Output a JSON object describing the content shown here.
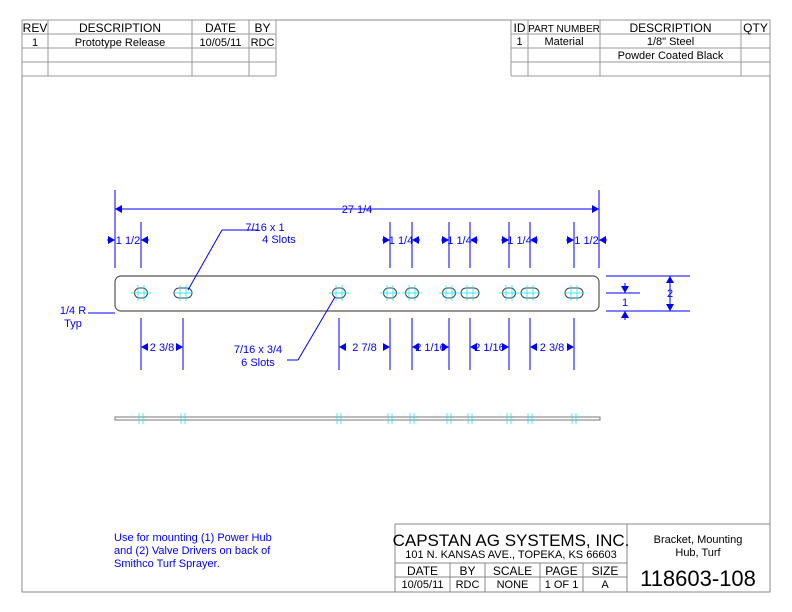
{
  "rev_table": {
    "headers": [
      "REV",
      "DESCRIPTION",
      "DATE",
      "BY"
    ],
    "rows": [
      [
        "1",
        "Prototype Release",
        "10/05/11",
        "RDC"
      ]
    ]
  },
  "parts_table": {
    "headers": [
      "ID",
      "PART NUMBER",
      "DESCRIPTION",
      "QTY"
    ],
    "rows": [
      [
        "1",
        "Material",
        "1/8\" Steel",
        ""
      ],
      [
        "",
        "",
        "Powder Coated Black",
        ""
      ]
    ]
  },
  "dimensions": {
    "overall": "27 1/4",
    "top": [
      "1 1/2",
      "1 1/4",
      "1 1/4",
      "1 1/4",
      "1 1/2"
    ],
    "bottom": [
      "2 3/8",
      "2 7/8",
      "2 1/16",
      "2 1/16",
      "2 3/8"
    ],
    "height_inner": "1",
    "height_outer": "2"
  },
  "callouts": {
    "slot_large": [
      "7/16 x 1",
      "4 Slots"
    ],
    "slot_small": [
      "7/16 x 3/4",
      "6 Slots"
    ],
    "radius": [
      "1/4 R",
      "Typ"
    ]
  },
  "note": [
    "Use for mounting (1) Power Hub",
    "and (2) Valve Drivers on back of",
    "Smithco Turf Sprayer."
  ],
  "title_block": {
    "company": "CAPSTAN AG SYSTEMS, INC.",
    "address": "101 N. KANSAS AVE., TOPEKA, KS 66603",
    "title": [
      "Bracket, Mounting",
      "Hub, Turf"
    ],
    "labels": [
      "DATE",
      "BY",
      "SCALE",
      "PAGE",
      "SIZE"
    ],
    "values": [
      "10/05/11",
      "RDC",
      "NONE",
      "1 OF 1",
      "A"
    ],
    "part_number": "118603-108"
  },
  "colors": {
    "dimension": "#0000ff",
    "centerline": "#00e5ff"
  }
}
